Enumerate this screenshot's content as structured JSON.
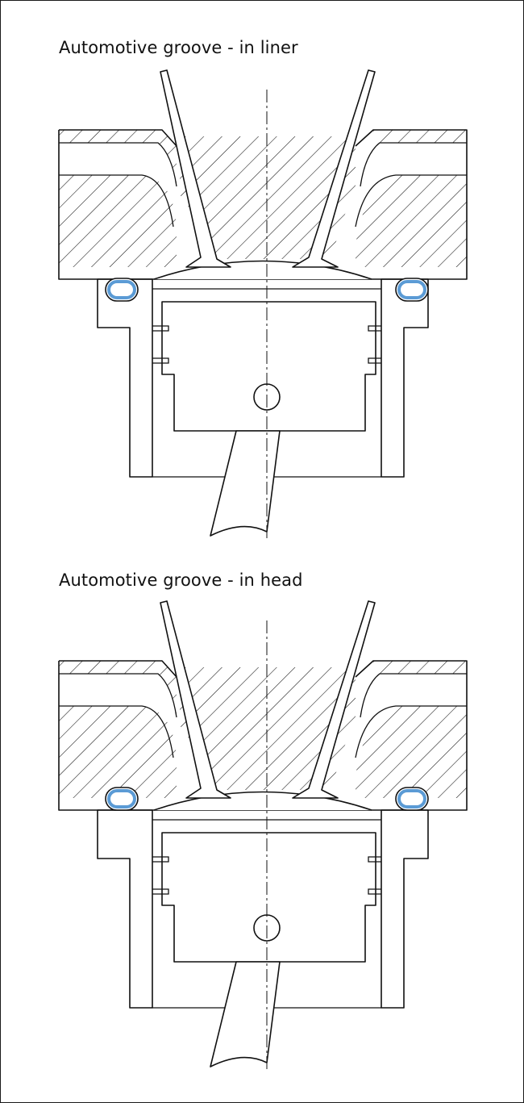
{
  "figure": {
    "panels": [
      {
        "caption": "Automotive groove - in liner",
        "groove_location": "liner"
      },
      {
        "caption": "Automotive groove - in head",
        "groove_location": "head"
      }
    ],
    "colors": {
      "line": "#111111",
      "seal_ring": "#5b9bd5",
      "background": "#ffffff"
    }
  }
}
